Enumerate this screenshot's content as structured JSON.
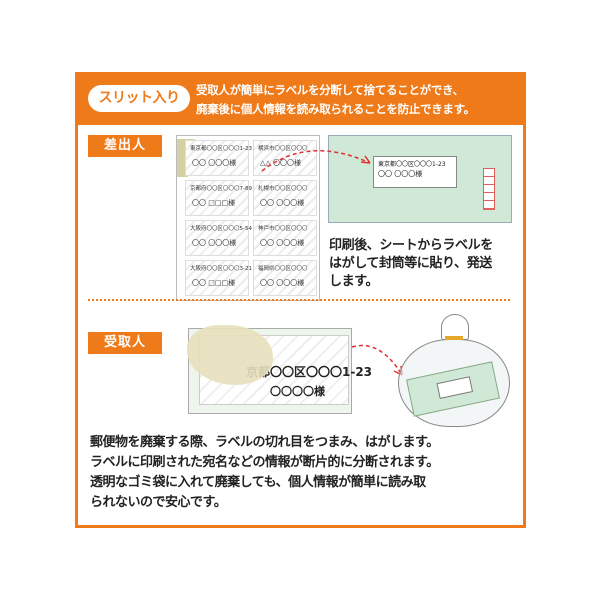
{
  "header": {
    "badge": "スリット入り",
    "text_line1": "受取人が簡単にラベルを分断して捨てることができ、",
    "text_line2": "廃棄後に個人情報を読み取られることを防止できます。"
  },
  "sender": {
    "tag": "差出人",
    "sheet_labels": [
      {
        "addr": "東京都〇〇区〇〇〇1-23",
        "name": "〇〇 〇〇〇様"
      },
      {
        "addr": "横浜市〇〇区〇〇〇",
        "name": "△△ 〇〇〇様"
      },
      {
        "addr": "京都府〇〇区〇〇〇7-89",
        "name": "〇〇 □□□様"
      },
      {
        "addr": "札幌市〇〇区〇〇〇",
        "name": "〇〇 〇〇〇様"
      },
      {
        "addr": "大阪府〇〇区〇〇〇5-54",
        "name": "〇〇 〇〇〇様"
      },
      {
        "addr": "神戸市〇〇区〇〇〇",
        "name": "〇〇 〇〇〇様"
      },
      {
        "addr": "大阪府〇〇区〇〇〇3-21",
        "name": "〇〇 □□□様"
      },
      {
        "addr": "福岡県〇〇区〇〇〇",
        "name": "〇〇 〇〇〇様"
      }
    ],
    "envelope_label": {
      "addr": "東京都〇〇区〇〇〇1-23",
      "name": "〇〇 〇〇〇様"
    },
    "caption_lines": [
      "印刷後、シートからラベルを",
      "はがして封筒等に貼り、発送",
      "します。"
    ]
  },
  "receiver": {
    "tag": "受取人",
    "torn_label": {
      "addr": "京都〇〇区〇〇〇1-23",
      "name": "〇〇〇〇様"
    },
    "caption_lines": [
      "郵便物を廃棄する際、ラベルの切れ目をつまみ、はがします。",
      "ラベルに印刷された宛名などの情報が断片的に分断されます。",
      "透明なゴミ袋に入れて廃棄しても、個人情報が簡単に読み取",
      "られないので安心です。"
    ]
  },
  "colors": {
    "accent": "#ef7a1a",
    "envelope": "#cfe9d6",
    "arrow": "#e03030"
  }
}
